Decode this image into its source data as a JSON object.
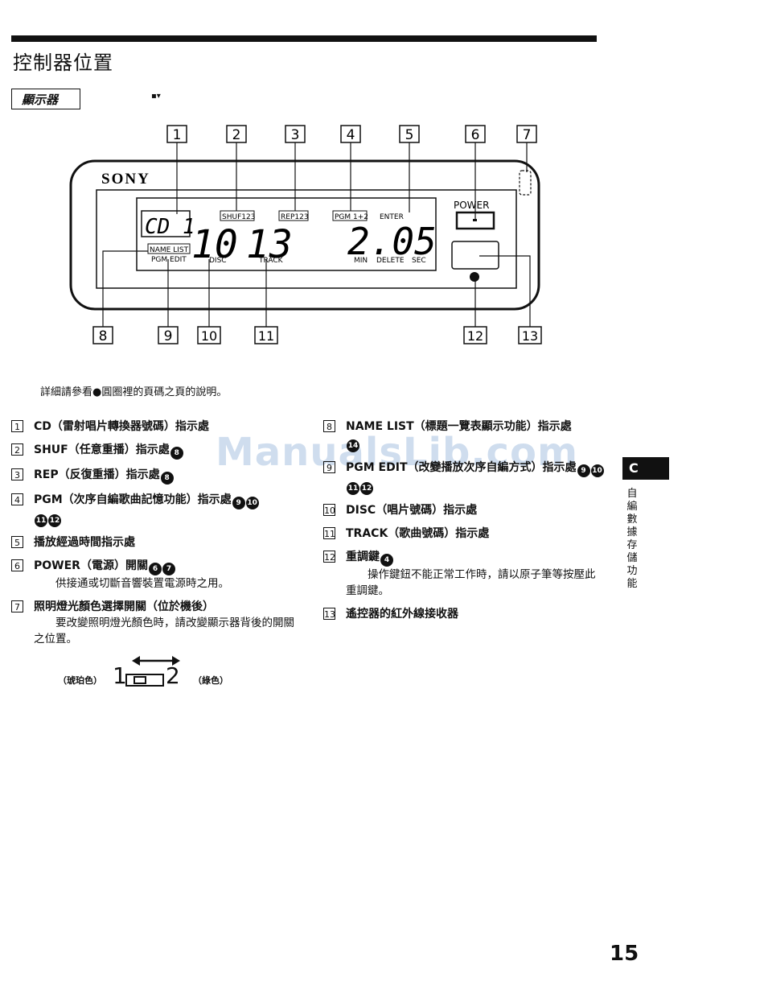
{
  "page": {
    "title": "控制器位置",
    "section": "顯示器",
    "intro_text": "詳細請參看●圓圈裡的頁碼之頁的說明。",
    "page_number": "15",
    "side_tab": "C",
    "side_label": "自編數據存儲功能",
    "watermark": "ManualsLib.com"
  },
  "diagram": {
    "callout_numbers": [
      "1",
      "2",
      "3",
      "4",
      "5",
      "6",
      "7",
      "8",
      "9",
      "10",
      "11",
      "12",
      "13"
    ],
    "brand": "SONY",
    "lcd": {
      "cd_label": "CD 1",
      "disc_number": "10",
      "track_number": "13",
      "time": "2.05",
      "tags": {
        "shuf": "SHUF123",
        "rep": "REP123",
        "pgm": "PGM 1+2",
        "enter": "ENTER",
        "name_list": "NAME LIST",
        "pgm_edit": "PGM EDIT",
        "disc": "DISC",
        "track": "TRACK",
        "min": "MIN",
        "delete": "DELETE",
        "sec": "SEC"
      }
    },
    "power_label": "POWER"
  },
  "items_left": [
    {
      "num": "1",
      "head": "CD（雷射唱片轉換器號碼）指示處",
      "refs": []
    },
    {
      "num": "2",
      "head": "SHUF（任意重播）指示處",
      "refs": [
        "8"
      ]
    },
    {
      "num": "3",
      "head": "REP（反復重播）指示處",
      "refs": [
        "8"
      ]
    },
    {
      "num": "4",
      "head": "PGM（次序自編歌曲記憶功能）指示處",
      "refs": [
        "9",
        "10",
        "11",
        "12"
      ]
    },
    {
      "num": "5",
      "head": "播放經過時間指示處",
      "refs": []
    },
    {
      "num": "6",
      "head": "POWER（電源）開關",
      "refs": [
        "6",
        "7"
      ],
      "desc": "供接通或切斷音響裝置電源時之用。"
    },
    {
      "num": "7",
      "head": "照明燈光顏色選擇開關（位於機後）",
      "refs": [],
      "desc": "要改變照明燈光顏色時，請改變顯示器背後的開關之位置。"
    }
  ],
  "switch": {
    "left_label": "（琥珀色）",
    "pos1": "1",
    "pos2": "2",
    "right_label": "（綠色）"
  },
  "items_right": [
    {
      "num": "8",
      "head": "NAME LIST（標題一覽表顯示功能）指示處",
      "refs": [
        "14"
      ]
    },
    {
      "num": "9",
      "head": "PGM EDIT（改變播放次序自編方式）指示處",
      "refs": [
        "9",
        "10",
        "11",
        "12"
      ]
    },
    {
      "num": "10",
      "head": "DISC（唱片號碼）指示處",
      "refs": []
    },
    {
      "num": "11",
      "head": "TRACK（歌曲號碼）指示處",
      "refs": []
    },
    {
      "num": "12",
      "head": "重調鍵",
      "refs": [
        "4"
      ],
      "desc": "操作鍵鈕不能正常工作時，請以原子筆等按壓此重調鍵。"
    },
    {
      "num": "13",
      "head": "遙控器的紅外線接收器",
      "refs": []
    }
  ]
}
